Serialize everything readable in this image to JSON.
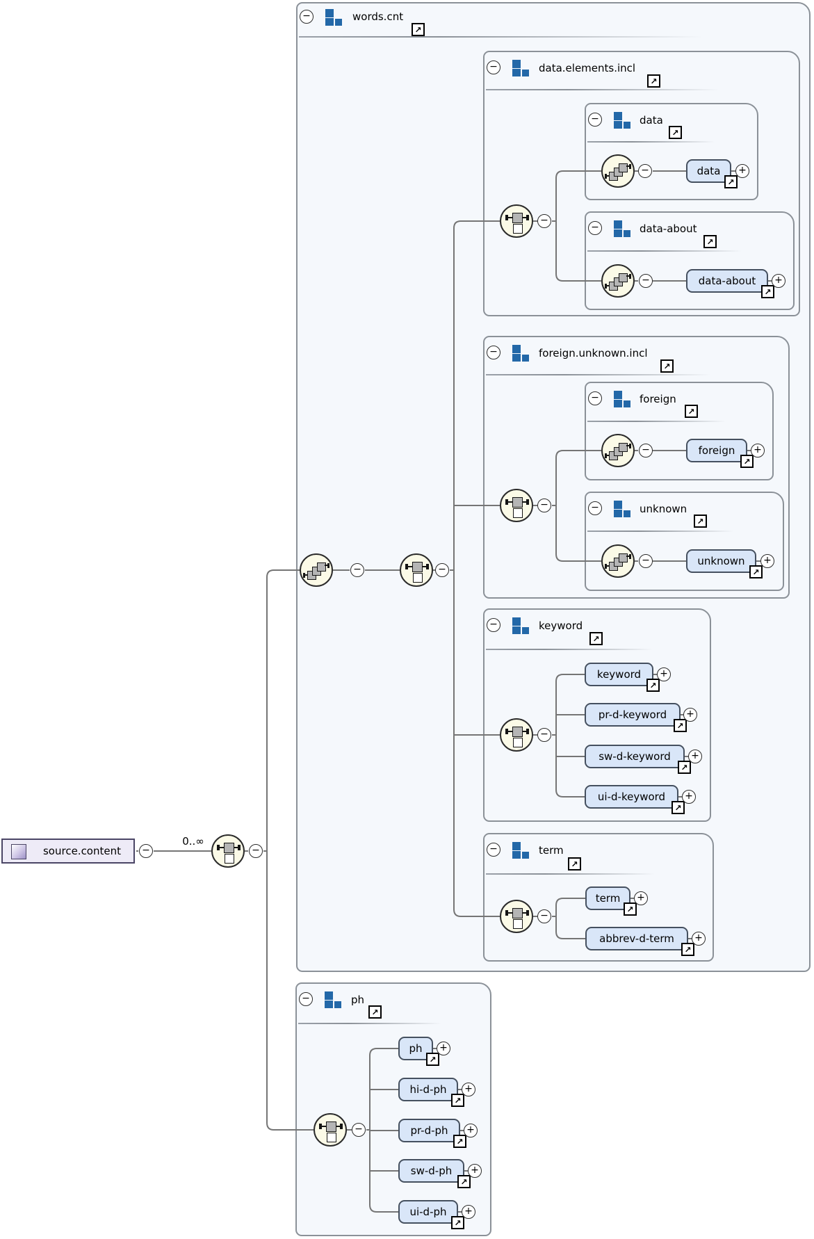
{
  "diagram": {
    "root": {
      "label": "source.content",
      "cardinality": "0..∞"
    },
    "words_cnt": {
      "label": "words.cnt",
      "data_elements_incl": {
        "label": "data.elements.incl",
        "data_group": {
          "label": "data",
          "element": "data"
        },
        "data_about_group": {
          "label": "data-about",
          "element": "data-about"
        }
      },
      "foreign_unknown_incl": {
        "label": "foreign.unknown.incl",
        "foreign_group": {
          "label": "foreign",
          "element": "foreign"
        },
        "unknown_group": {
          "label": "unknown",
          "element": "unknown"
        }
      },
      "keyword_group": {
        "label": "keyword",
        "elements": [
          "keyword",
          "pr-d-keyword",
          "sw-d-keyword",
          "ui-d-keyword"
        ]
      },
      "term_group": {
        "label": "term",
        "elements": [
          "term",
          "abbrev-d-term"
        ]
      }
    },
    "ph_group": {
      "label": "ph",
      "elements": [
        "ph",
        "hi-d-ph",
        "pr-d-ph",
        "sw-d-ph",
        "ui-d-ph"
      ]
    }
  },
  "icons": {
    "jump": "↗",
    "collapse": "−",
    "expand": "+"
  },
  "colors": {
    "group_icon_blue": "#2368a8",
    "element_fill": "#d9e6f8",
    "compositor_fill": "#fbfae7",
    "box_fill": "#f5f8fc",
    "wire_gray": "#757575",
    "source_fill": "#eeebf7"
  }
}
